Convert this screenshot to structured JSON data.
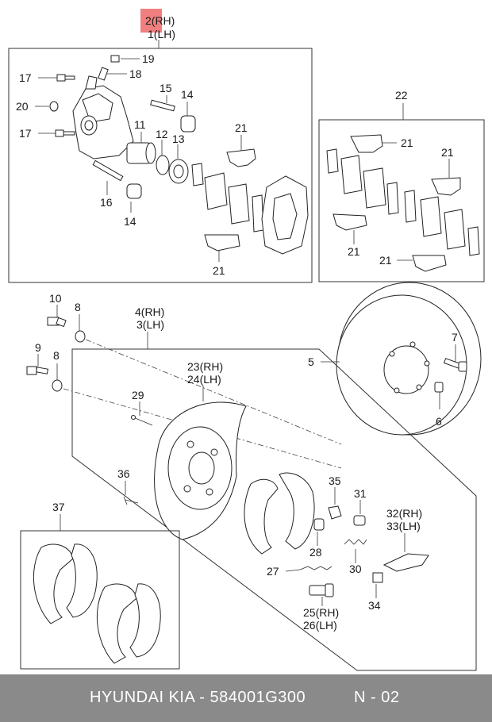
{
  "highlight": {
    "color": "#f07f7f"
  },
  "footer": {
    "brand": "HYUNDAI  KIA - 584001G300",
    "code": "N - 02",
    "background": "#8a8a8a"
  },
  "labels": {
    "l2rh": "2(RH)",
    "l1lh": "1(LH)",
    "l19": "19",
    "l18": "18",
    "l17a": "17",
    "l17b": "17",
    "l20": "20",
    "l15": "15",
    "l14a": "14",
    "l14b": "14",
    "l11": "11",
    "l12": "12",
    "l13": "13",
    "l16": "16",
    "l21a": "21",
    "l21b": "21",
    "l22": "22",
    "l21c": "21",
    "l21d": "21",
    "l21e": "21",
    "l21f": "21",
    "l10": "10",
    "l8a": "8",
    "l9": "9",
    "l8b": "8",
    "l4rh": "4(RH)",
    "l3lh": "3(LH)",
    "l7": "7",
    "l5": "5",
    "l6": "6",
    "l23rh": "23(RH)",
    "l24lh": "24(LH)",
    "l29": "29",
    "l36": "36",
    "l35": "35",
    "l31": "31",
    "l32rh": "32(RH)",
    "l33lh": "33(LH)",
    "l37": "37",
    "l28": "28",
    "l27": "27",
    "l30": "30",
    "l25rh": "25(RH)",
    "l26lh": "26(LH)",
    "l34": "34"
  }
}
